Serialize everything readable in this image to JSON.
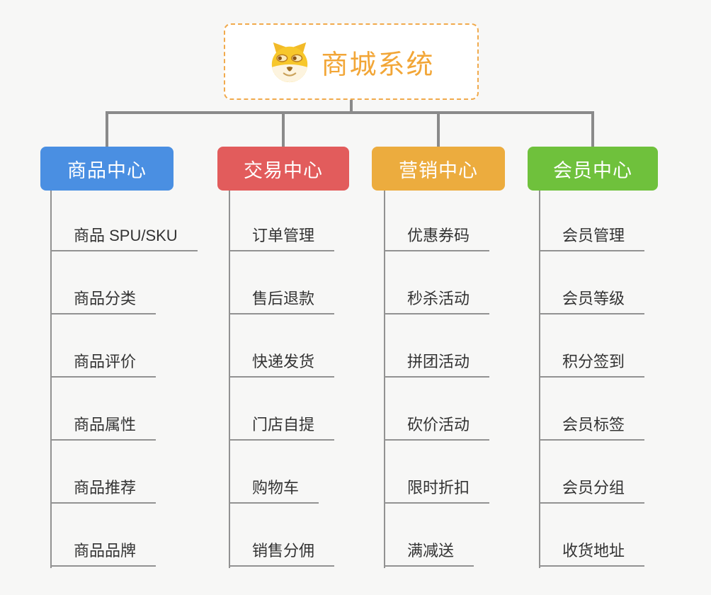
{
  "root": {
    "title": "商城系统",
    "icon": "dog-face-icon",
    "title_color": "#F2A637",
    "border_color": "#F1AA4C"
  },
  "colors": {
    "background": "#F7F7F6",
    "connector_gray": "#8A8A8A",
    "leaf_line_gray": "#929292",
    "leaf_text": "#333333"
  },
  "branches": [
    {
      "label": "商品中心",
      "color": "#4A8FE2",
      "items": [
        "商品 SPU/SKU",
        "商品分类",
        "商品评价",
        "商品属性",
        "商品推荐",
        "商品品牌"
      ]
    },
    {
      "label": "交易中心",
      "color": "#E25C5C",
      "items": [
        "订单管理",
        "售后退款",
        "快递发货",
        "门店自提",
        "购物车",
        "销售分佣"
      ]
    },
    {
      "label": "营销中心",
      "color": "#ECAC3E",
      "items": [
        "优惠券码",
        "秒杀活动",
        "拼团活动",
        "砍价活动",
        "限时折扣",
        "满减送"
      ]
    },
    {
      "label": "会员中心",
      "color": "#6FC13C",
      "items": [
        "会员管理",
        "会员等级",
        "积分签到",
        "会员标签",
        "会员分组",
        "收货地址"
      ]
    }
  ]
}
